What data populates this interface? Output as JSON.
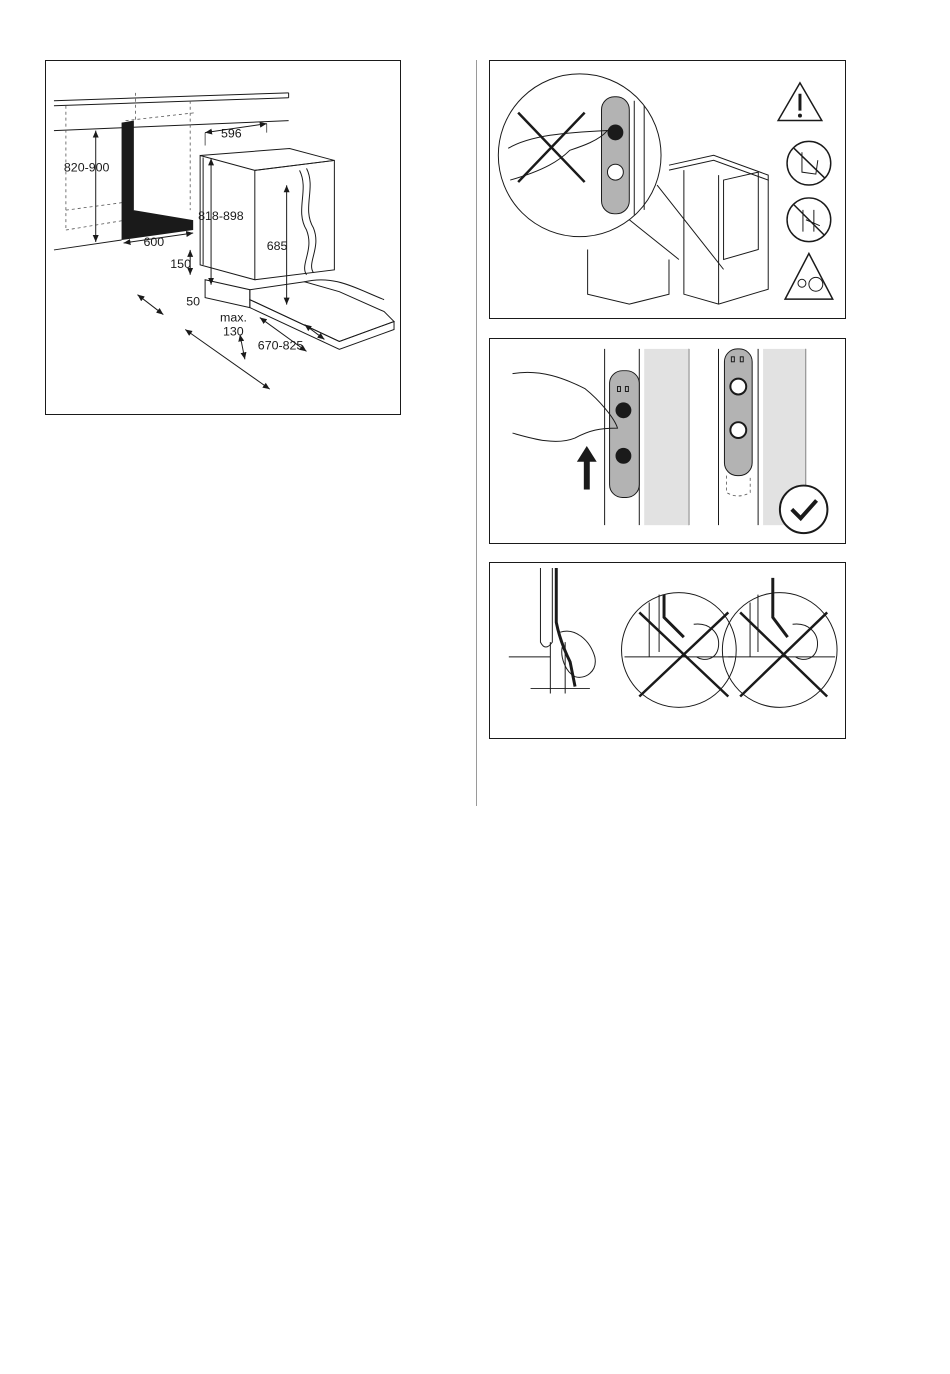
{
  "installation_diagram": {
    "dimensions": {
      "niche_height": "820-900",
      "appliance_width": "596",
      "niche_depth": "600",
      "appliance_height": "818-898",
      "door_height": "685",
      "plinth_height": "150",
      "plinth_offset": "50",
      "max_label": "max.",
      "max_value": "130",
      "door_range": "670-825"
    }
  },
  "warning_panel": {
    "icons": [
      "warning-triangle-icon",
      "no-touch-icon",
      "no-children-icon",
      "no-pinch-icon"
    ]
  },
  "correct_panel": {
    "icons": [
      "up-arrow-icon",
      "check-circle-icon"
    ]
  },
  "hinge_panel": {
    "icons": [
      "wrong-cross-icon",
      "wrong-cross-icon"
    ]
  },
  "colors": {
    "ink": "#1a1a1a",
    "panel_fill": "#b3b3b3",
    "frame": "#e2e2e2"
  }
}
